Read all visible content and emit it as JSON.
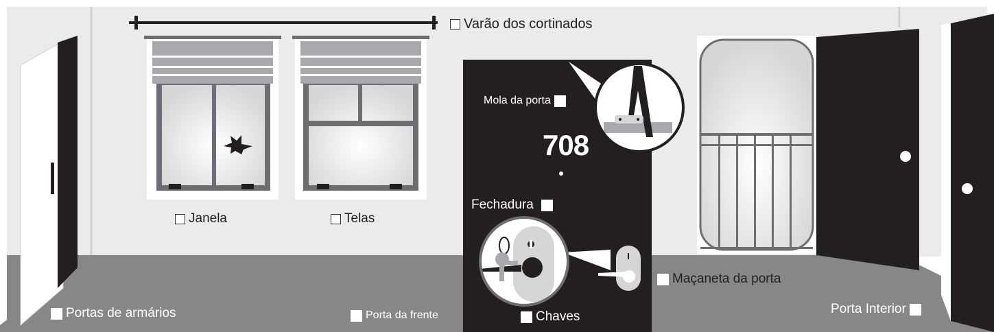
{
  "labels": {
    "curtain_rod": "Varão dos cortinados",
    "window": "Janela",
    "screens": "Telas",
    "door_spring": "Mola da porta",
    "door_number": "708",
    "lock": "Fechadura",
    "door_handle": "Maçaneta da porta",
    "closet_doors": "Portas de armários",
    "front_door": "Porta da frente",
    "keys": "Chaves",
    "interior_door": "Porta Interior"
  },
  "colors": {
    "wall": "#ebebeb",
    "floor": "#878787",
    "door": "#231f20",
    "frame": "#6d6e71",
    "blind": "#a7a9ac"
  }
}
